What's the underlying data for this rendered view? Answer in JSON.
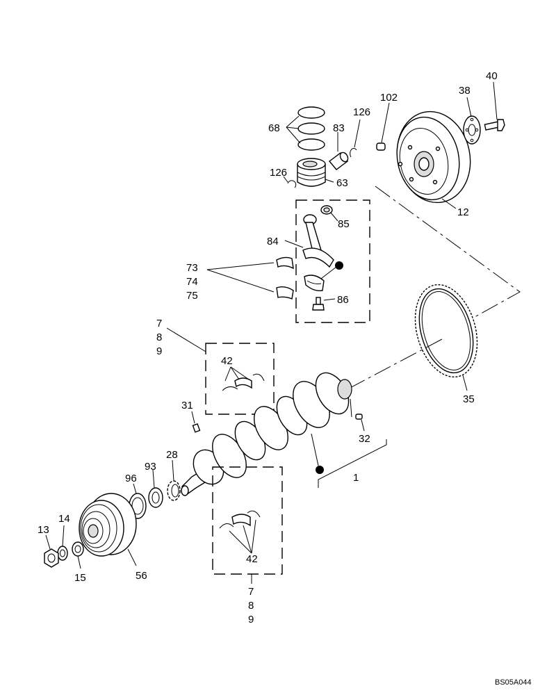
{
  "diagram": {
    "drawing_code": "BS05A044",
    "callouts": {
      "flywheel_bolt": "40",
      "flywheel_plate": "38",
      "dowel": "102",
      "snap_ring_top": "126",
      "piston_rings": "68",
      "piston_pin": "83",
      "snap_ring_left": "126",
      "piston": "63",
      "flywheel": "12",
      "small_end_bushing": "85",
      "connecting_rod": "84",
      "rod_bearing_a": "73",
      "rod_bearing_b": "74",
      "rod_bearing_c": "75",
      "rod_bolt": "86",
      "main_bearing_upper_a": "7",
      "main_bearing_upper_b": "8",
      "main_bearing_upper_c": "9",
      "thrust_upper": "42",
      "ring_gear": "35",
      "pin_31": "31",
      "pin_32": "32",
      "crankshaft": "1",
      "gear_28": "28",
      "washer_93": "93",
      "seal_96": "96",
      "damper_pulley": "56",
      "washer_14": "14",
      "nut_13": "13",
      "spacer_15": "15",
      "thrust_lower": "42",
      "main_bearing_lower_a": "7",
      "main_bearing_lower_b": "8",
      "main_bearing_lower_c": "9"
    }
  }
}
